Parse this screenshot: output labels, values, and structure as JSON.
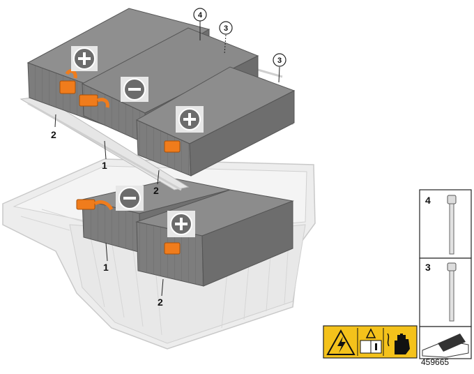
{
  "callouts": {
    "c4_top": "4",
    "c3_top": "3",
    "c3_right": "3",
    "c2_left": "2",
    "c1_upper": "1",
    "c2_mid": "2",
    "c1_lower": "1",
    "c2_lower": "2"
  },
  "panel": {
    "item_4": "4",
    "item_3": "3"
  },
  "figure_number": "459665",
  "colors": {
    "module_top": "#8e8e8e",
    "module_side": "#6f6f6f",
    "module_front": "#7d7d7d",
    "terminal": "#f07c1c",
    "warning_yellow": "#f4c21b",
    "tray": "#ececec",
    "frame": "#e6e6e6"
  }
}
